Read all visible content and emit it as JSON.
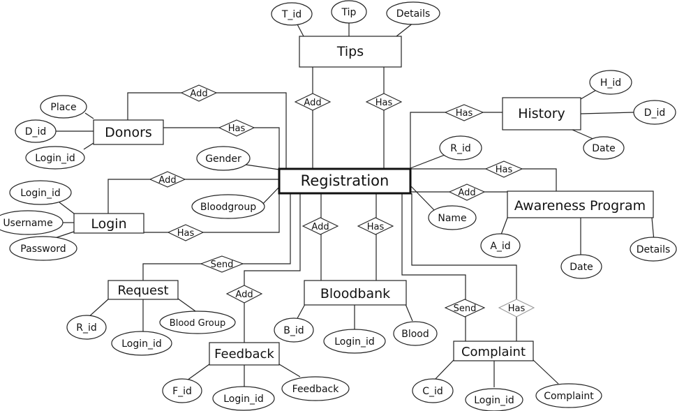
{
  "diagram": {
    "entities": {
      "registration": "Registration",
      "tips": "Tips",
      "history": "History",
      "donors": "Donors",
      "login": "Login",
      "awareness": "Awareness Program",
      "request": "Request",
      "bloodbank": "Bloodbank",
      "feedback": "Feedback",
      "complaint": "Complaint"
    },
    "attributes": {
      "t_id": "T_id",
      "tip": "Tip",
      "tips_details": "Details",
      "h_id": "H_id",
      "hist_d_id": "D_id",
      "hist_date": "Date",
      "place": "Place",
      "donor_d_id": "D_id",
      "donor_login_id": "Login_id",
      "gender": "Gender",
      "bloodgroup": "Bloodgroup",
      "r_id": "R_id",
      "name": "Name",
      "login_login_id": "Login_id",
      "username": "Username",
      "password": "Password",
      "a_id": "A_id",
      "aw_date": "Date",
      "aw_details": "Details",
      "req_r_id": "R_id",
      "req_login_id": "Login_id",
      "blood_group": "Blood Group",
      "b_id": "B_id",
      "bb_login_id": "Login_id",
      "blood": "Blood",
      "f_id": "F_id",
      "fb_login_id": "Login_id",
      "feedback": "Feedback",
      "c_id": "C_id",
      "cp_login_id": "Login_id",
      "complaint": "Complaint"
    },
    "relationships": {
      "tips_add": "Add",
      "tips_has": "Has",
      "donors_add": "Add",
      "donors_has": "Has",
      "login_add": "Add",
      "login_has": "Has",
      "history_has": "Has",
      "reg_has_aw": "Has",
      "aw_add": "Add",
      "request_send": "Send",
      "feedback_add": "Add",
      "bloodbank_add": "Add",
      "bloodbank_has": "Has",
      "complaint_send": "Send",
      "complaint_has": "Has"
    }
  }
}
